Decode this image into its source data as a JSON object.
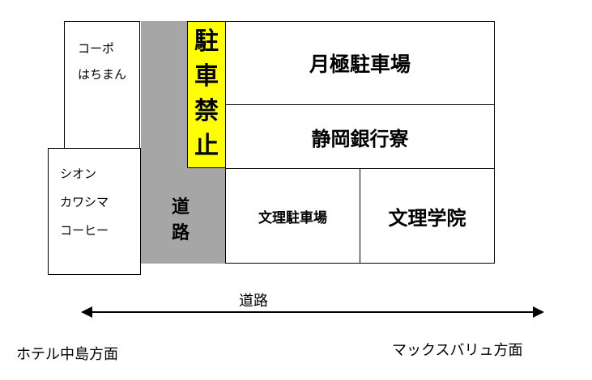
{
  "buildings": {
    "coop_hachiman": {
      "lines": [
        "コーポ",
        "はちまん"
      ]
    },
    "coffee": {
      "lines": [
        "シオン",
        "カワシマ",
        "コーヒー"
      ]
    },
    "side_road": {
      "chars": [
        "道",
        "路"
      ]
    },
    "no_parking": {
      "chars": [
        "駐",
        "車",
        "禁",
        "止"
      ]
    },
    "monthly_parking": "月極駐車場",
    "bank_dorm": "静岡銀行寮",
    "bunri_parking": "文理駐車場",
    "bunri_gakuin": "文理学院"
  },
  "main_road": {
    "label": "道路",
    "left_destination": "ホテル中島方面",
    "right_destination": "マックスバリュ方面"
  },
  "colors": {
    "road_gray": "#a6a6a6",
    "no_parking_yellow": "#ffff00"
  }
}
